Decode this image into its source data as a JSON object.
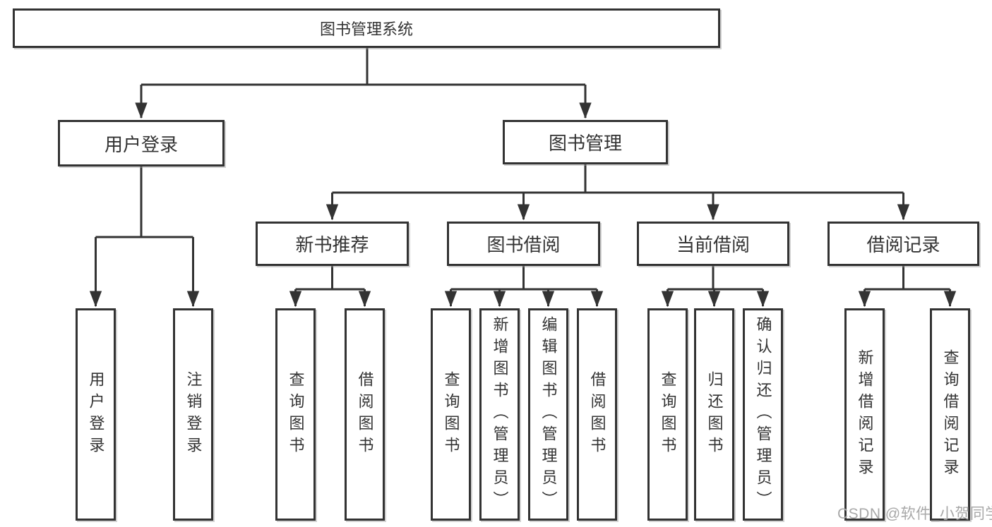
{
  "diagram": {
    "root": {
      "label": "图书管理系统"
    },
    "level2": [
      {
        "label": "用户登录",
        "leaves": [
          {
            "label": "用户登录"
          },
          {
            "label": "注销登录"
          }
        ]
      },
      {
        "label": "图书管理",
        "groups": [
          {
            "label": "新书推荐",
            "leaves": [
              {
                "label": "查询图书"
              },
              {
                "label": "借阅图书"
              }
            ]
          },
          {
            "label": "图书借阅",
            "leaves": [
              {
                "label": "查询图书"
              },
              {
                "label": "新增图书（管理员）"
              },
              {
                "label": "编辑图书（管理员）"
              },
              {
                "label": "借阅图书"
              }
            ]
          },
          {
            "label": "当前借阅",
            "leaves": [
              {
                "label": "查询图书"
              },
              {
                "label": "归还图书"
              },
              {
                "label": "确认归还（管理员）"
              }
            ]
          },
          {
            "label": "借阅记录",
            "leaves": [
              {
                "label": "新增借阅记录"
              },
              {
                "label": "查询借阅记录"
              }
            ]
          }
        ]
      }
    ]
  },
  "watermark": {
    "text": "CSDN @软件_小贺同学",
    "color": "#a8a8a8"
  },
  "colors": {
    "line": "#333333",
    "box_border": "#333333",
    "text": "#333333",
    "background": "#ffffff"
  }
}
